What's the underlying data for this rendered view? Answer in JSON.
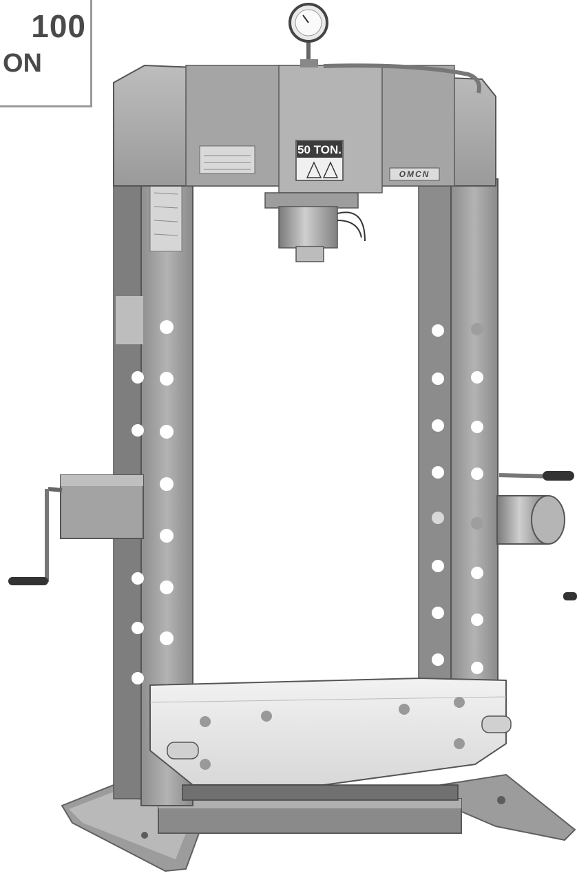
{
  "badge": {
    "line1": "100",
    "line2": "ON"
  },
  "press": {
    "capacity_plate": "50 TON.",
    "brand_label": "OMCN"
  },
  "colors": {
    "frame": "#a8a8a8",
    "frame_dark": "#7d7d7d",
    "frame_light": "#c9c9c9",
    "background": "#ffffff"
  }
}
